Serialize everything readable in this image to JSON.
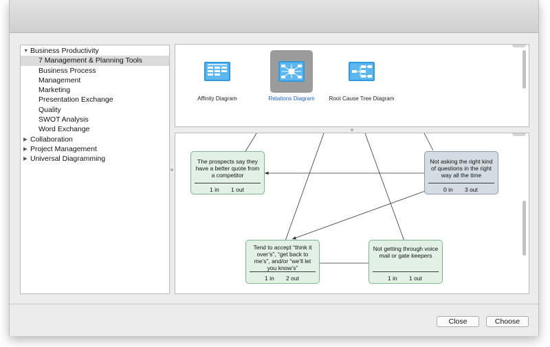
{
  "sidebar": {
    "items": [
      {
        "label": "Business Productivity",
        "expanded": true
      },
      {
        "label": "7 Management & Planning Tools",
        "selected": true
      },
      {
        "label": "Business Process"
      },
      {
        "label": "Management"
      },
      {
        "label": "Marketing"
      },
      {
        "label": "Presentation Exchange"
      },
      {
        "label": "Quality"
      },
      {
        "label": "SWOT Analysis"
      },
      {
        "label": "Word Exchange"
      },
      {
        "label": "Collaboration",
        "expanded": false
      },
      {
        "label": "Project Management",
        "expanded": false
      },
      {
        "label": "Universal Diagramming",
        "expanded": false
      }
    ]
  },
  "templates": {
    "items": [
      {
        "label": "Affinity Diagram",
        "icon": "affinity-diagram-icon"
      },
      {
        "label": "Relations Diagram",
        "icon": "relations-diagram-icon",
        "selected": true
      },
      {
        "label": "Root Cause Tree Diagram",
        "icon": "root-cause-tree-icon"
      }
    ]
  },
  "preview": {
    "nodes": [
      {
        "text": "The prospects say they have a better quote from a competitor",
        "in": "1 in",
        "out": "1 out",
        "color": "#e3f0e6"
      },
      {
        "text": "Not asking the right kind of questions in the right way all the time",
        "in": "0 in",
        "out": "3 out",
        "color": "#d4dce3"
      },
      {
        "text": "Tend to accept “think it over’s”, “get back to me’s”, and/or “we’ll let you know’s”",
        "in": "1 in",
        "out": "2 out",
        "color": "#e3f0e6"
      },
      {
        "text": "Not getting through voice mail or gate keepers",
        "in": "1 in",
        "out": "1 out",
        "color": "#e3f0e6"
      }
    ]
  },
  "footer": {
    "close_label": "Close",
    "choose_label": "Choose"
  },
  "colors": {
    "selection_text": "#1b5fd1",
    "node_green": "#e3f0e6",
    "node_gray": "#d4dce3",
    "icon_blue": "#2f9ae0"
  }
}
